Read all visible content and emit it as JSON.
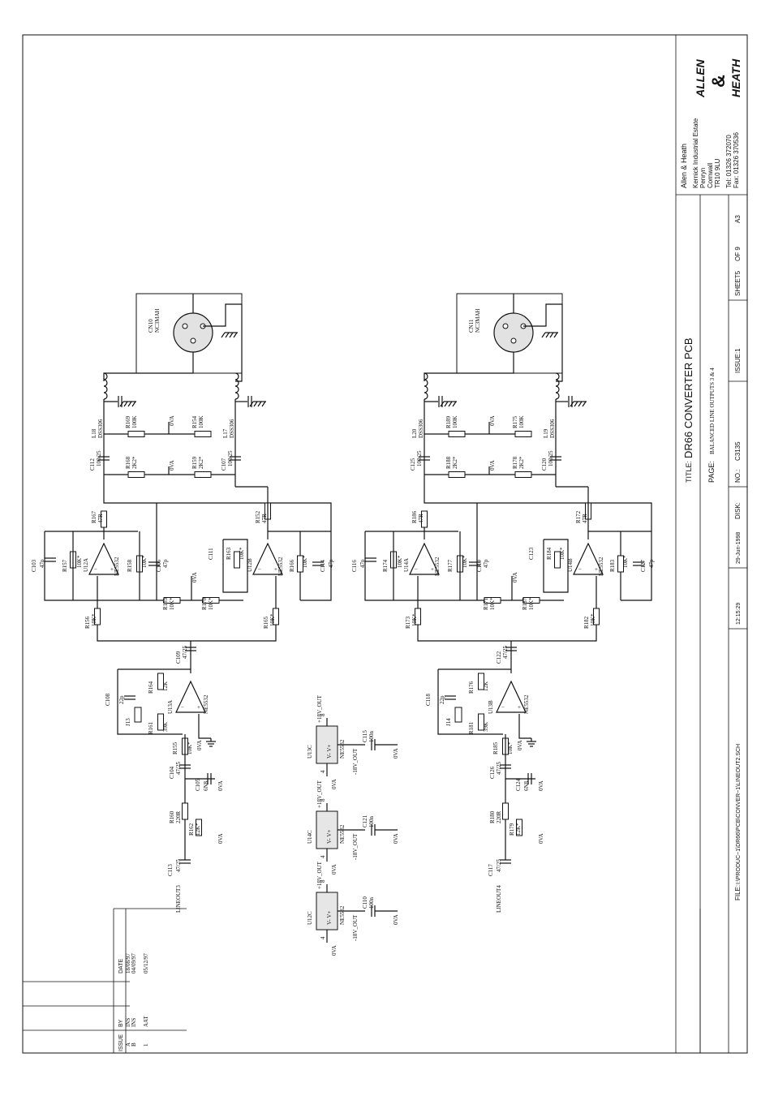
{
  "title_block": {
    "title_label": "TITLE:",
    "title": "DR66 CONVERTER PCB",
    "page_label": "PAGE:",
    "page": "BALANCED LINE OUTPUTS 3 & 4",
    "no_label": "NO.:",
    "no": "C3135",
    "issue": "ISSUE:1",
    "sheet": "SHEET5",
    "of": "OF 9",
    "size": "A3",
    "disk_label": "DISK:",
    "time": "12:15:29",
    "date": "29-Jun-1998",
    "file_label": "FILE:",
    "file": "I:\\PRODUC~1\\DR66\\PCB\\CONVER~1\\LINEOUT2.SCH",
    "company": "Allen & Heath",
    "address": [
      "Kernick Industrial Estate",
      "Penryn",
      "Cornwall",
      "TR10 9LU"
    ],
    "tel": "Tel: 01326 372070",
    "fax": "Fax: 01326 370536",
    "logo_top": "ALLEN",
    "logo_amp": "&",
    "logo_bottom": "HEATH"
  },
  "revision_table": {
    "headers": [
      "ISSUE",
      "BY",
      "DATE"
    ],
    "rows": [
      {
        "issue": "A",
        "by": "INS",
        "date": "18/08/97"
      },
      {
        "issue": "B",
        "by": "INS",
        "date": "04/09/97"
      },
      {
        "issue": "1",
        "by": "AAT",
        "date": "05/12/97"
      }
    ]
  },
  "channels": [
    {
      "connector": "CN10",
      "connector_type": "NC3MAH",
      "input": "LINEOUT3",
      "input_cap": "C113",
      "input_cap_val": "47/25",
      "r_series": "R160",
      "r_series_val": "220R",
      "r_shunt": "R162",
      "r_shunt_val": "12K*",
      "c_filter": "C105",
      "c_filter_val": "6N8",
      "c_couple": "C104",
      "c_couple_val": "47/25",
      "buffer": "U13A",
      "buffer_type": "NE5532",
      "r_in": "R155",
      "r_in_val": "10K*",
      "jumper": "J13",
      "r_jumper": "R161",
      "r_jumper_val": "39K",
      "c_fb": "C108",
      "c_fb_val": "22p",
      "r_fb": "R164",
      "r_fb_val": "12K",
      "c_out": "C109",
      "c_out_val": "47/25",
      "r_a": "R156",
      "r_a_val": "10K*",
      "r_b": "R165",
      "r_b_val": "10K*",
      "opamp_a": "U12A",
      "opamp_b": "U12B",
      "opamp_type": "NE5532",
      "r157": "R157",
      "r157_val": "10K*",
      "c103": "C103",
      "c103_val": "47p",
      "r158": "R158",
      "r158_val": "10K*",
      "c106": "C106",
      "c106_val": "47p",
      "r153": "R153",
      "r153_val": "10K*",
      "r170": "R170",
      "r170_val": "10K*",
      "c111": "C111",
      "r163": "R163",
      "r163_val": "10K*",
      "r166": "R166",
      "r166_val": "10K*",
      "c114": "C114",
      "c114_val": "47p",
      "r167": "R167",
      "r167_val": "47R",
      "r152": "R152",
      "r152_val": "47R",
      "c112": "C112",
      "c112_val": "100/25",
      "c107": "C107",
      "c107_val": "100/25",
      "r168": "R168",
      "r168_val": "2K2*",
      "r159": "R159",
      "r159_val": "2K2*",
      "r169": "R169",
      "r169_val": "100K",
      "r154": "R154",
      "r154_val": "100K",
      "l_a": "L18",
      "l_b": "L17",
      "l_type": "DSS306"
    },
    {
      "connector": "CN11",
      "connector_type": "NC3MAH",
      "input": "LINEOUT4",
      "input_cap": "C117",
      "input_cap_val": "47/25",
      "r_series": "R180",
      "r_series_val": "220R",
      "r_shunt": "R179",
      "r_shunt_val": "12K*",
      "c_filter": "C124",
      "c_filter_val": "6N8",
      "c_couple": "C126",
      "c_couple_val": "47/25",
      "buffer": "U13B",
      "buffer_type": "NE5532",
      "r_in": "R185",
      "r_in_val": "10K*",
      "jumper": "J14",
      "r_jumper": "R181",
      "r_jumper_val": "39K",
      "c_fb": "C118",
      "c_fb_val": "22p",
      "r_fb": "R176",
      "r_fb_val": "12K",
      "c_out": "C122",
      "c_out_val": "47/25",
      "r_a": "R173",
      "r_a_val": "10K*",
      "r_b": "R182",
      "r_b_val": "10K*",
      "opamp_a": "U14A",
      "opamp_b": "U14B",
      "opamp_type": "NE5532",
      "r157": "R174",
      "r157_val": "10K*",
      "c103": "C116",
      "c103_val": "47p",
      "r158": "R177",
      "r158_val": "10K*",
      "c106": "C119",
      "c106_val": "47p",
      "r153": "R171",
      "r153_val": "10K*",
      "r170": "R187",
      "r170_val": "10K*",
      "c111": "C123",
      "r163": "R184",
      "r163_val": "10K*",
      "r166": "R183",
      "r166_val": "10K*",
      "c114": "C127",
      "c114_val": "47p",
      "r167": "R186",
      "r167_val": "47R",
      "r152": "R172",
      "r152_val": "47R",
      "c112": "C125",
      "c112_val": "100/25",
      "c107": "C120",
      "c107_val": "100/25",
      "r168": "R188",
      "r168_val": "2K2*",
      "r159": "R178",
      "r159_val": "2K2*",
      "r169": "R189",
      "r169_val": "100K",
      "r154": "R175",
      "r154_val": "100K",
      "l_a": "L20",
      "l_b": "L19",
      "l_type": "DSS306"
    }
  ],
  "ground_label": "0VA",
  "power_units": [
    {
      "unit": "U12C",
      "type": "NE5532",
      "cap": "C110",
      "cap_val": "100n",
      "pos": "+18V_OUT",
      "neg": "-18V_OUT",
      "pins": "V- V+",
      "pin_top": "8",
      "pin_bot": "4"
    },
    {
      "unit": "U14C",
      "type": "NE5532",
      "cap": "C121",
      "cap_val": "100n",
      "pos": "+18V_OUT",
      "neg": "-18V_OUT",
      "pins": "V- V+",
      "pin_top": "8",
      "pin_bot": "4"
    },
    {
      "unit": "U13C",
      "type": "NE5532",
      "cap": "C115",
      "cap_val": "100n",
      "pos": "+18V_OUT",
      "neg": "-18V_OUT",
      "pins": "V- V+",
      "pin_top": "8",
      "pin_bot": "4"
    }
  ],
  "colors": {
    "ink": "#111111",
    "paper": "#ffffff",
    "ic_fill": "#e6e6e6"
  }
}
